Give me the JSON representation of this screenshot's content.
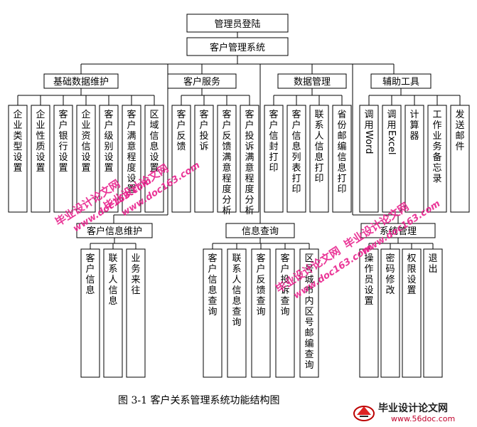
{
  "diagram": {
    "login": "管理员登陆",
    "system": "客户管理系统",
    "groups": [
      {
        "id": "g-basic",
        "label": "基础数据维护",
        "children": [
          "企业类型设置",
          "企业性质设置",
          "客户银行设置",
          "企业资信设置",
          "客户级别设置",
          "客户满意程度设置",
          "区域信息设置"
        ]
      },
      {
        "id": "g-service",
        "label": "客户服务",
        "children": [
          "客户反馈",
          "客户投诉",
          "客户反馈满意程度分析",
          "客户投诉满意程度分析"
        ]
      },
      {
        "id": "g-data",
        "label": "数据管理",
        "children": [
          "客户信封打印",
          "客户信息列表打印",
          "联系人信息打印",
          "省份邮编信息打印"
        ]
      },
      {
        "id": "g-aux",
        "label": "辅助工具",
        "children": [
          "调用Word",
          "调用Excel",
          "计算器",
          "工作业务备忘录",
          "发送邮件"
        ]
      },
      {
        "id": "g-cust",
        "label": "客户信息维护",
        "children": [
          "客户信息",
          "联系人信息",
          "业务来往"
        ]
      },
      {
        "id": "g-query",
        "label": "信息查询",
        "children": [
          "客户信息查询",
          "联系人信息查询",
          "客户反馈查询",
          "客户投诉查询",
          "区号城市内区号邮编查询"
        ]
      },
      {
        "id": "g-sys",
        "label": "系统管理",
        "children": [
          "操作员设置",
          "密码修改",
          "权限设置",
          "退出"
        ]
      }
    ]
  },
  "caption": "图 3-1   客户关系管理系统功能结构图",
  "watermarks": [
    {
      "text": "毕业设计论文网",
      "url": "www.doc163.com"
    },
    {
      "text": "毕业设计论文网",
      "url": "www.doc163.com"
    },
    {
      "text": "毕业设计论文网",
      "url": "www.doc163.com"
    },
    {
      "text": "毕业设计论文网",
      "url": "www.doc163.com"
    }
  ],
  "logo": {
    "text": "毕业设计论文网",
    "url": "www.56doc.com"
  },
  "colors": {
    "watermark": "#e8218c",
    "line": "#000000"
  }
}
